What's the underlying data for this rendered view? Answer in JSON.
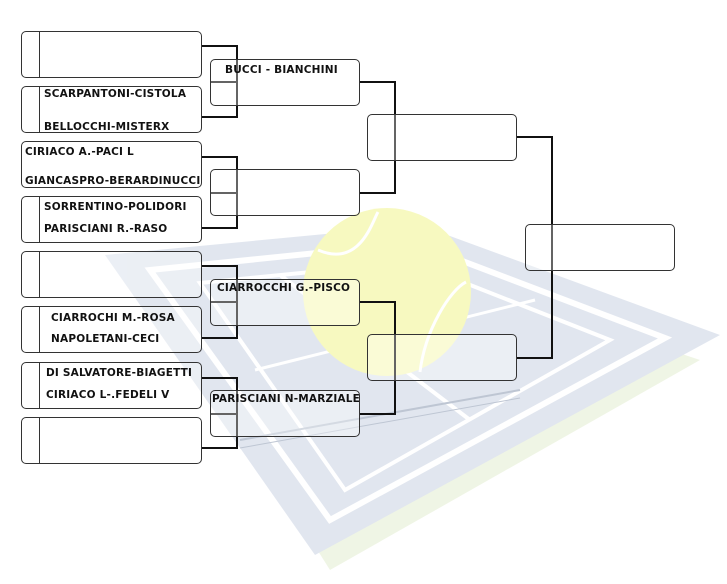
{
  "round1": [
    {
      "line1": "",
      "line2": ""
    },
    {
      "line1": "SCARPANTONI-CISTOLA",
      "line2": "BELLOCCHI-MISTERX"
    },
    {
      "line1": "CIRIACO A.-PACI L",
      "line2": "GIANCASPRO-BERARDINUCCI"
    },
    {
      "line1": "SORRENTINO-POLIDORI",
      "line2": "PARISCIANI R.-RASO"
    },
    {
      "line1": "",
      "line2": ""
    },
    {
      "line1": "CIARROCHI M.-ROSA",
      "line2": "NAPOLETANI-CECI"
    },
    {
      "line1": "DI SALVATORE-BIAGETTI",
      "line2": "CIRIACO L-.FEDELI V"
    },
    {
      "line1": "",
      "line2": ""
    }
  ],
  "round2": [
    {
      "label": "BUCCI - BIANCHINI"
    },
    {
      "label": ""
    },
    {
      "label": "CIARROCCHI G.-PISCO"
    },
    {
      "label": "PARISCIANI N-MARZIALE"
    }
  ],
  "semifinals": [
    {
      "label": ""
    },
    {
      "label": ""
    }
  ],
  "final": {
    "label": ""
  },
  "colors": {
    "line": "#111111",
    "box_border": "#333333",
    "court_blue": "#c9d3e3",
    "court_green": "#e6efd4",
    "ball": "#f2f5a0"
  },
  "background_icon": "tennis-court-with-ball"
}
